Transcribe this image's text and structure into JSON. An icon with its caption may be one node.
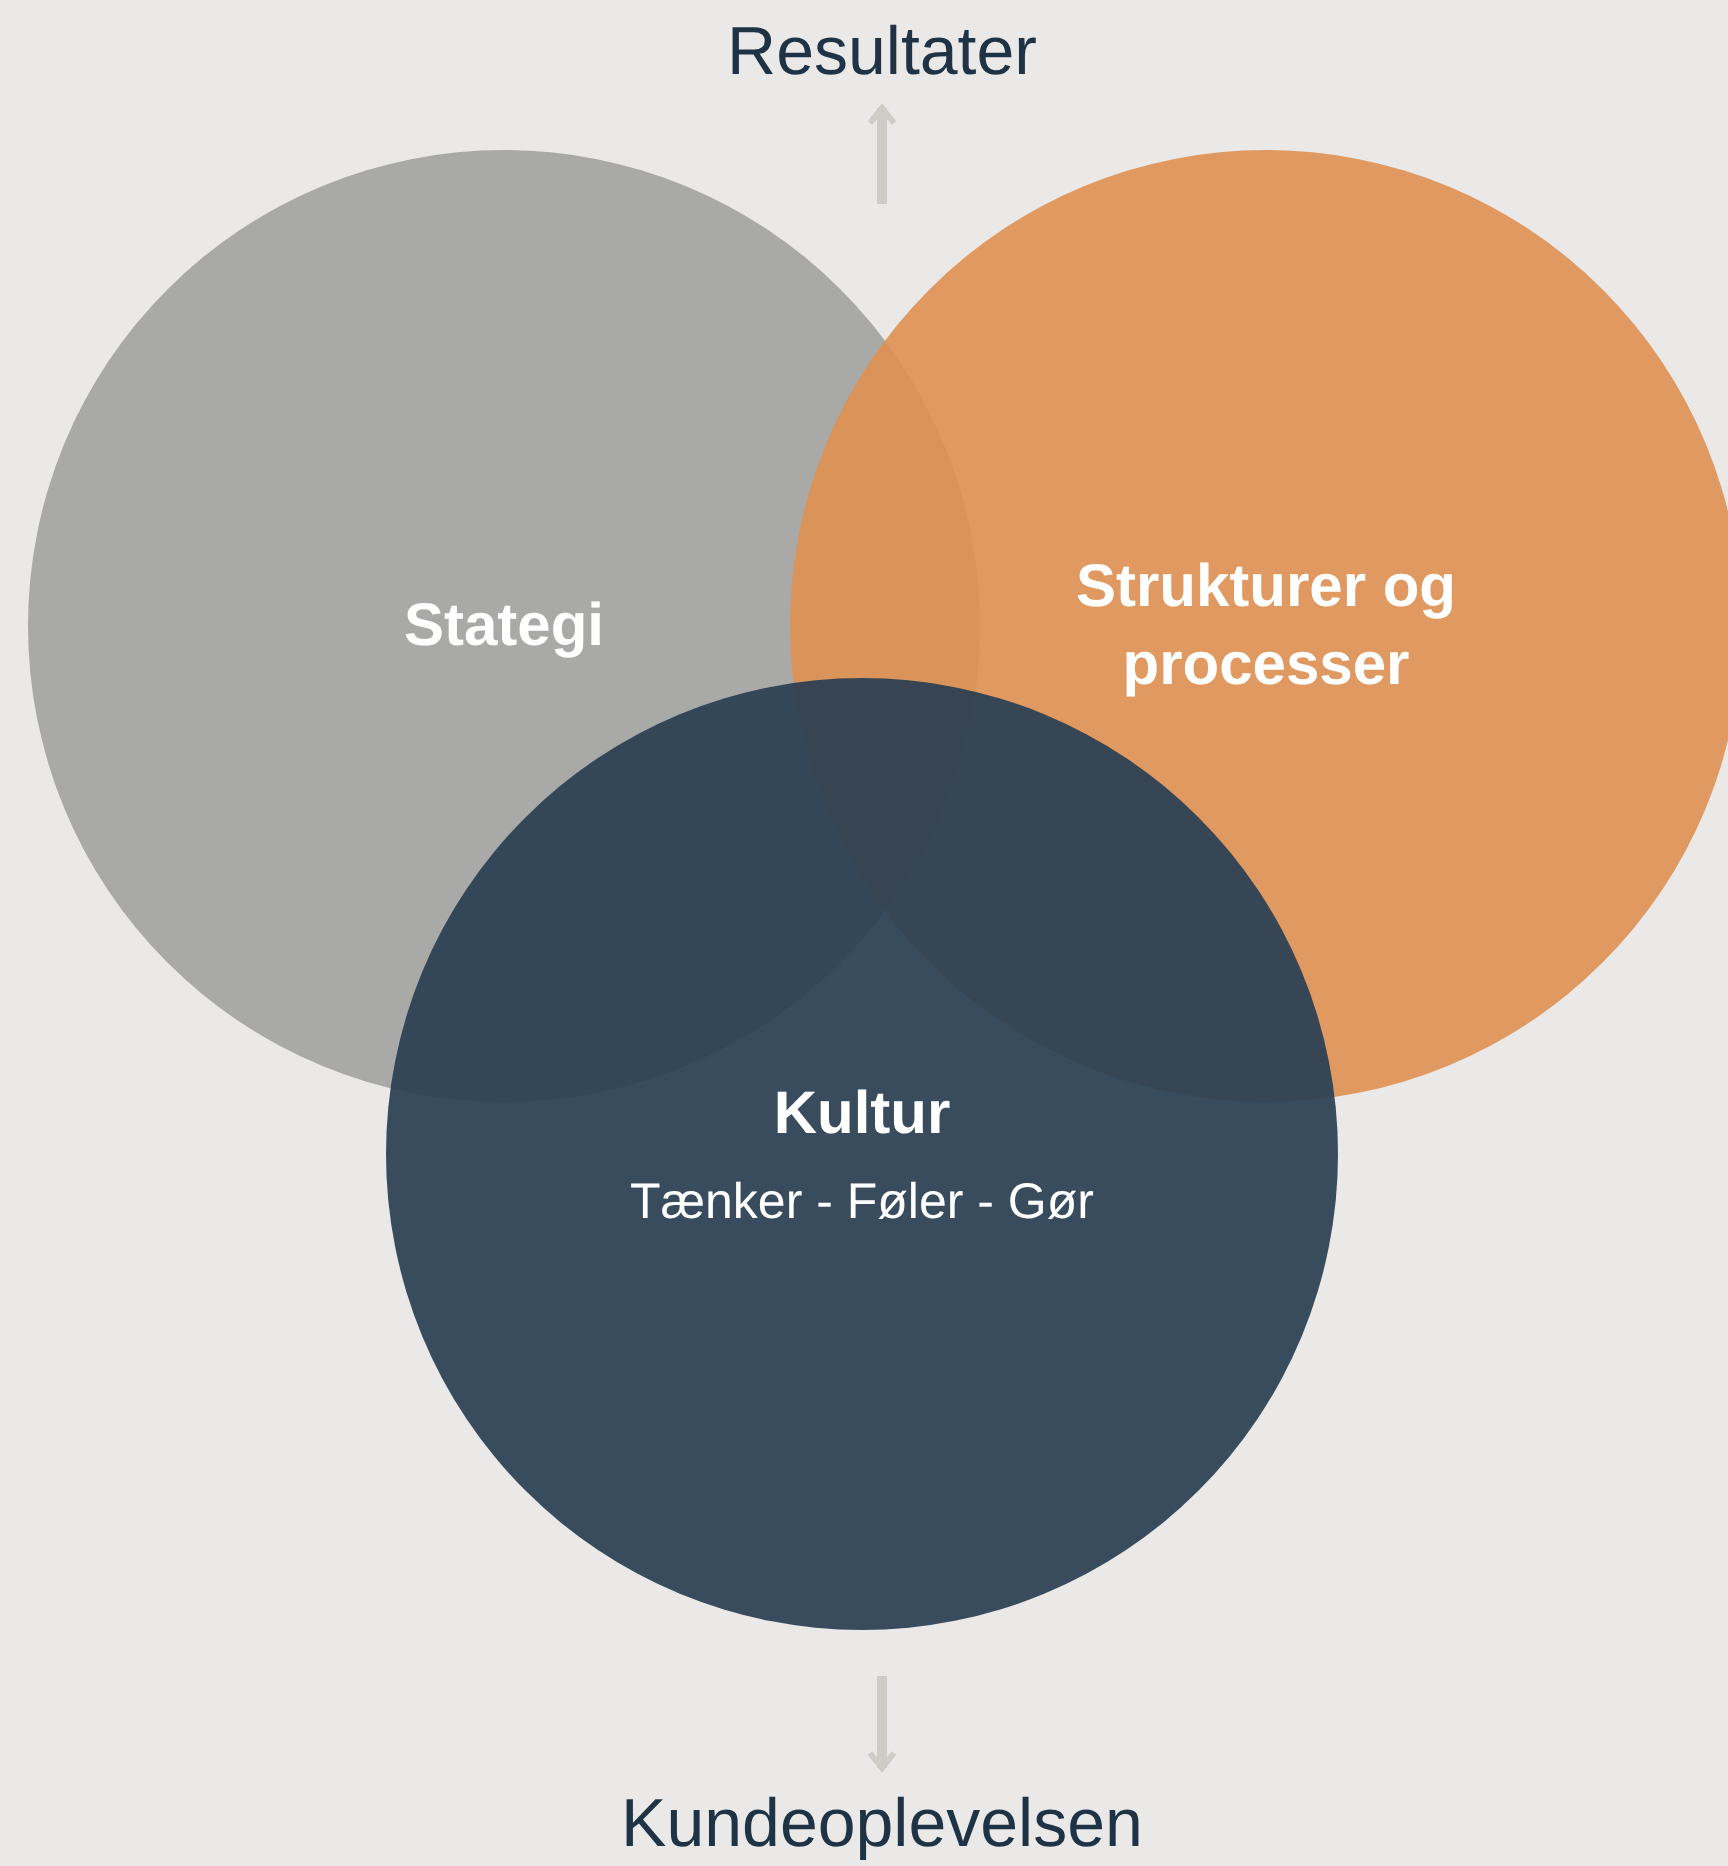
{
  "diagram": {
    "nodes": [
      {
        "text": [
          "Resultater"
        ]
      },
      {
        "text": [
          "Stategi"
        ]
      },
      {
        "text": [
          "Strukturer og processer"
        ]
      },
      {
        "text": [
          "Kultur",
          "Tænker - Føler - Gør"
        ]
      },
      {
        "text": [
          "Kundeoplevelsen"
        ]
      }
    ],
    "edges": [
      {
        "from": null,
        "to": 0,
        "arrow": "to"
      },
      {
        "from": null,
        "to": 4,
        "arrow": "to"
      }
    ]
  }
}
